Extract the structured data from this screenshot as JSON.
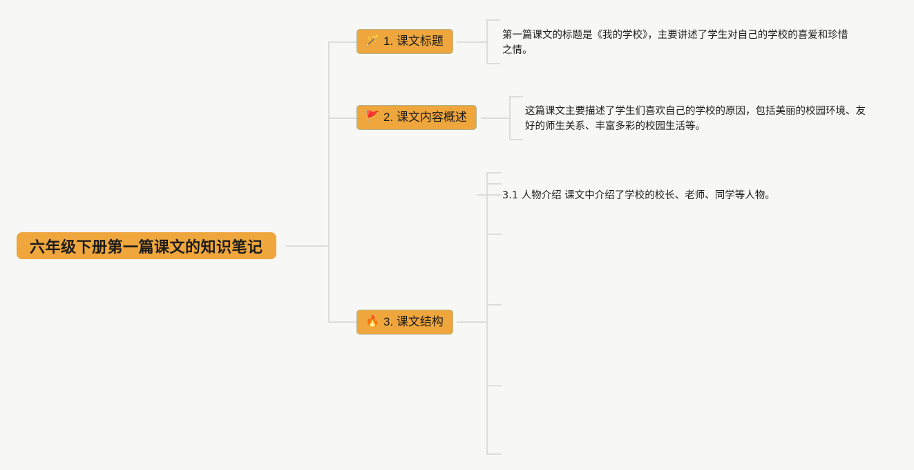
{
  "canvas": {
    "background_color": "#f7f7f5",
    "line_color": "#dcdcda",
    "node_color": "#efa63c",
    "node_border_color": "#b2b08c",
    "text_color": "#1d1d1d"
  },
  "mindmap": {
    "root": {
      "label": "六年级下册第一篇课文的知识笔记"
    },
    "branches": [
      {
        "icon": "sparkle-wand-icon",
        "icon_glyph": "🪄",
        "label": "1. 课文标题"
      },
      {
        "icon": "blue-flag-icon",
        "icon_glyph": "🚩",
        "label": "2. 课文内容概述"
      },
      {
        "icon": "blue-flame-icon",
        "icon_glyph": "🔥",
        "label": "3. 课文结构"
      }
    ],
    "leaves": [
      {
        "text": "第一篇课文的标题是《我的学校》，主要讲述了学生对自己的学校的喜爱和珍惜之情。"
      },
      {
        "text": "这篇课文主要描述了学生们喜欢自己的学校的原因，包括美丽的校园环境、友好的师生关系、丰富多彩的校园生活等。"
      },
      {
        "text": "3.1 人物介绍 课文中介绍了学校的校长、老师、同学等人物。"
      }
    ]
  }
}
